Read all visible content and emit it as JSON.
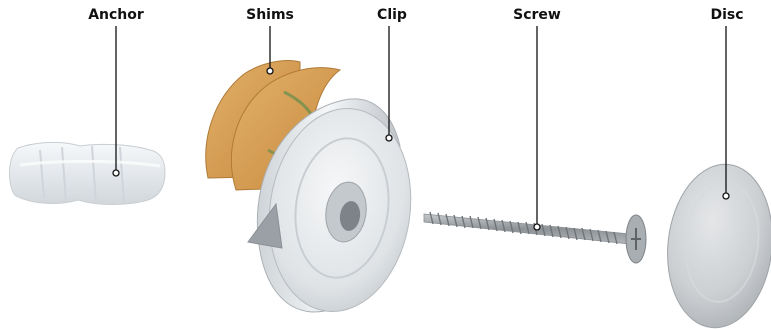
{
  "labels": {
    "anchor": "Anchor",
    "shims": "Shims",
    "clip": "Clip",
    "screw": "Screw",
    "disc": "Disc"
  },
  "colors": {
    "leader_line": "#111111",
    "shim": "#d29a52",
    "clip_metal": "#d9dde1",
    "disc_metal": "#c9cdd1",
    "screw_metal": "#9ea3a8",
    "anchor_plastic": "#eef1f4"
  }
}
